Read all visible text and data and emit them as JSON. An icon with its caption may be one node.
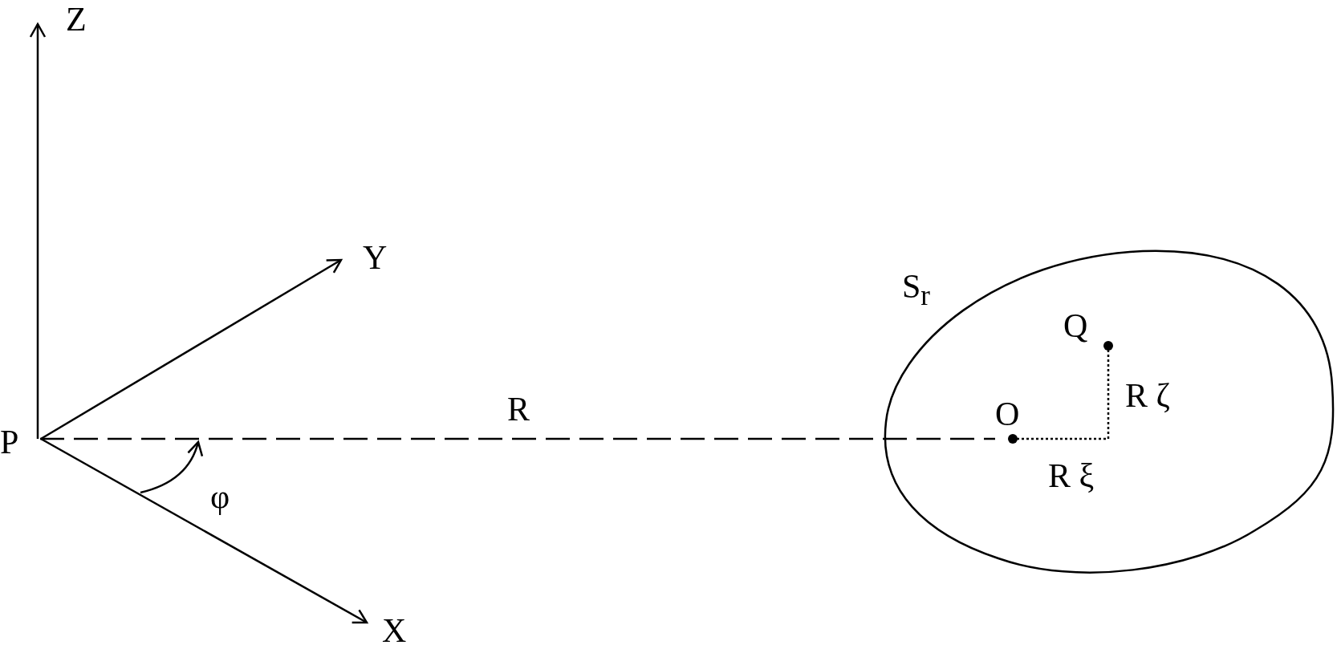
{
  "diagram": {
    "nodes": [
      {
        "text": [
          "P"
        ]
      },
      {
        "text": [
          "S$_{r}$"
        ]
      },
      {
        "text": [
          "O"
        ],
        "in": 1
      },
      {
        "text": [
          "Q"
        ],
        "in": 1
      }
    ],
    "edges": [
      {
        "from": 0,
        "to": 2,
        "arrow": "none",
        "label": "R",
        "style": "dashed"
      }
    ],
    "labels": [
      "Z",
      "Y",
      "X",
      "φ",
      "R ζ",
      "R ξ"
    ]
  }
}
